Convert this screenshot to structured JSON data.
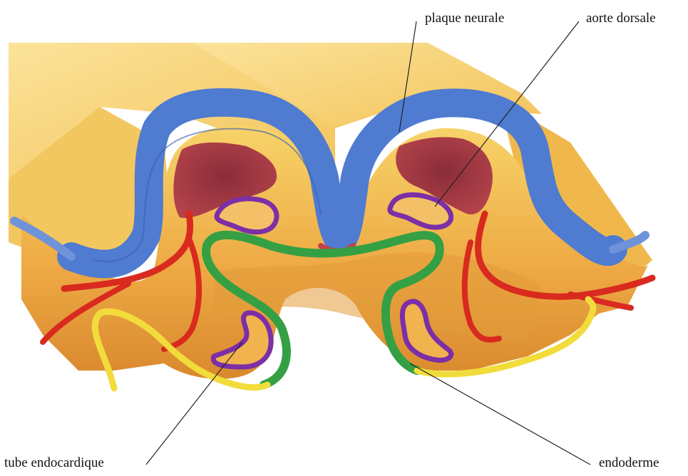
{
  "labels": {
    "plaque_neurale": "plaque neurale",
    "aorte_dorsale": "aorte dorsale",
    "tube_endocardique": "tube endocardique",
    "endoderme": "endoderme"
  },
  "colors": {
    "ectoderm_neural": "#4f7bd0",
    "mesoderm_body": "#f0b54a",
    "mesoderm_shadow": "#d98e2e",
    "somite_block": "#9c3b3e",
    "vessel_red": "#d92a1f",
    "endoderm_green": "#34a043",
    "endocardial_purple": "#7c2fa6",
    "yolk_yellow": "#f2dc3c",
    "background": "#ffffff",
    "leader_line": "#222222"
  }
}
